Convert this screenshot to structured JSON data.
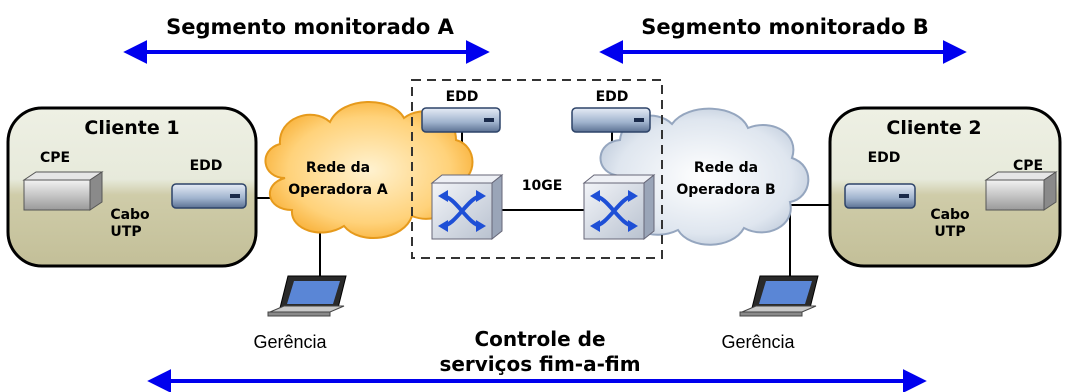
{
  "segments": {
    "a_label": "Segmento monitorado A",
    "b_label": "Segmento monitorado B",
    "end_to_end_line1": "Controle de",
    "end_to_end_line2": "serviços fim-a-fim"
  },
  "client1": {
    "title": "Cliente 1",
    "cpe": "CPE",
    "edd": "EDD",
    "cable_line1": "Cabo",
    "cable_line2": "UTP"
  },
  "client2": {
    "title": "Cliente 2",
    "cpe": "CPE",
    "edd": "EDD",
    "cable_line1": "Cabo",
    "cable_line2": "UTP"
  },
  "cloud_a": {
    "line1": "Rede da",
    "line2": "Operadora A"
  },
  "cloud_b": {
    "line1": "Rede da",
    "line2": "Operadora B"
  },
  "core": {
    "edd_a": "EDD",
    "edd_b": "EDD",
    "link": "10GE"
  },
  "management": {
    "left": "Gerência",
    "right": "Gerência"
  },
  "colors": {
    "arrow": "#0000ee",
    "client_top": "#e9ecdd",
    "client_bottom": "#c9c6a3",
    "cloud_a": "#ffcf6b",
    "cloud_b": "#cfd9e6",
    "switch_blue": "#1e4fd6",
    "switch_face": "#d8dde6"
  }
}
